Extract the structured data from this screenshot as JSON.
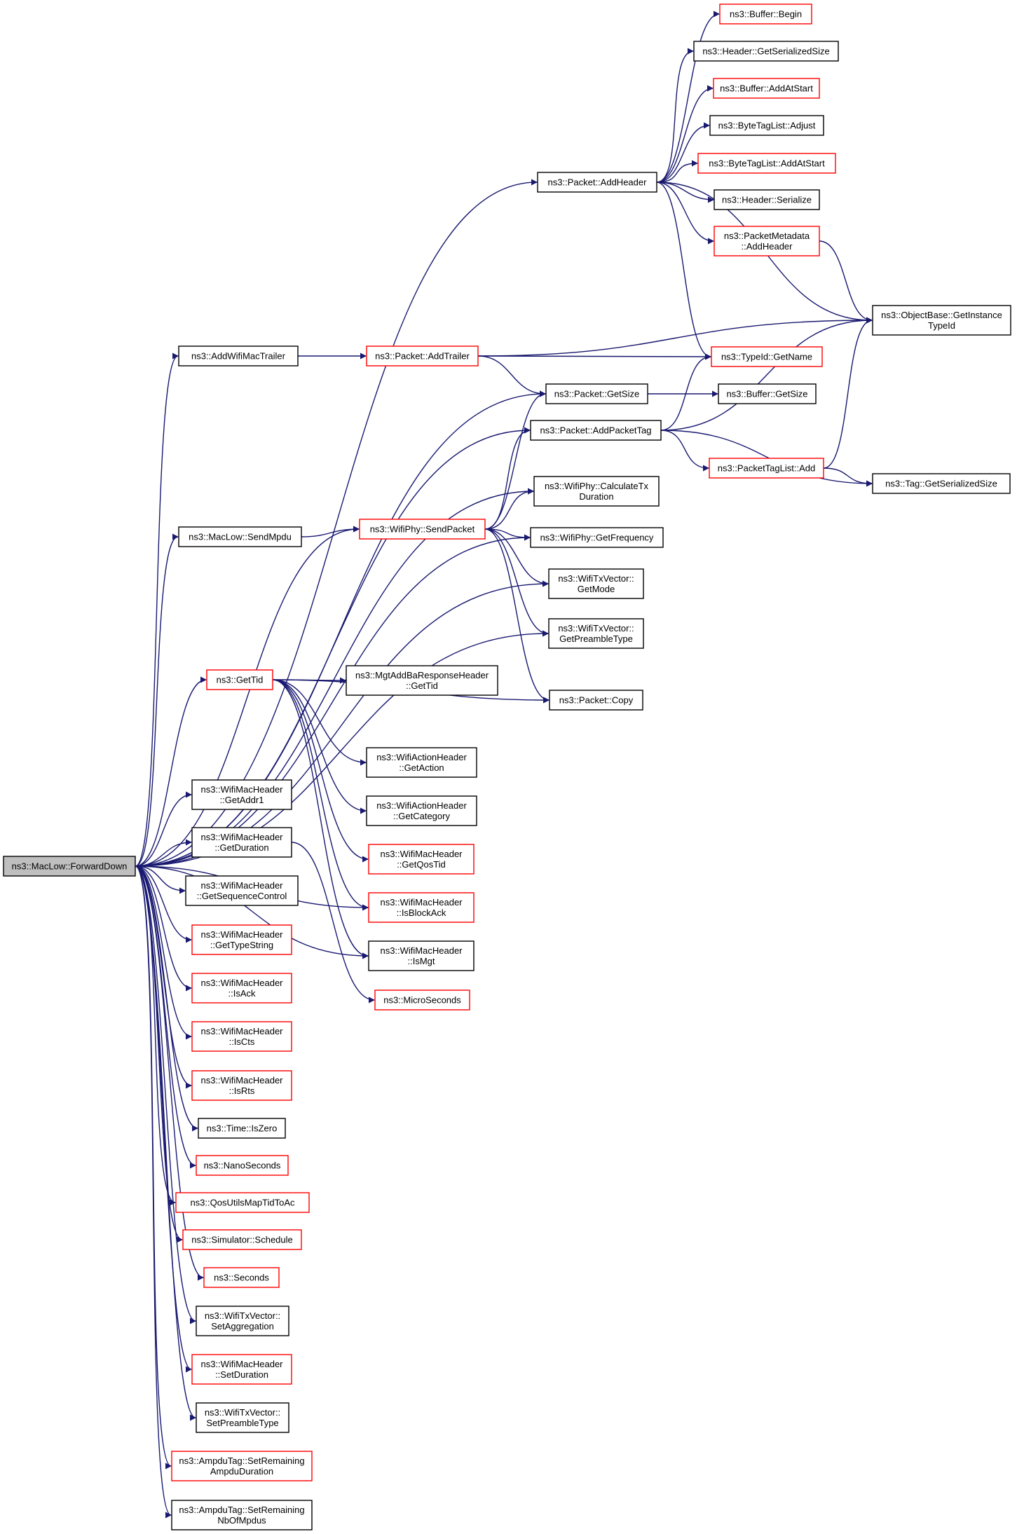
{
  "colors": {
    "edge": "#191970",
    "border_normal": "#000000",
    "border_truncated": "#ff0000",
    "root_fill": "#bfbfbf"
  },
  "nodes": [
    {
      "id": "root",
      "lines": [
        "ns3::MacLow::ForwardDown"
      ],
      "kind": "root"
    },
    {
      "id": "addWifiMacTrailer",
      "lines": [
        "ns3::AddWifiMacTrailer"
      ],
      "kind": "normal"
    },
    {
      "id": "sendMpdu",
      "lines": [
        "ns3::MacLow::SendMpdu"
      ],
      "kind": "normal"
    },
    {
      "id": "getTid",
      "lines": [
        "ns3::GetTid"
      ],
      "kind": "truncated"
    },
    {
      "id": "getAddr1",
      "lines": [
        "ns3::WifiMacHeader",
        "::GetAddr1"
      ],
      "kind": "normal"
    },
    {
      "id": "getDuration",
      "lines": [
        "ns3::WifiMacHeader",
        "::GetDuration"
      ],
      "kind": "normal"
    },
    {
      "id": "getSequenceControl",
      "lines": [
        "ns3::WifiMacHeader",
        "::GetSequenceControl"
      ],
      "kind": "normal"
    },
    {
      "id": "getTypeString",
      "lines": [
        "ns3::WifiMacHeader",
        "::GetTypeString"
      ],
      "kind": "truncated"
    },
    {
      "id": "isAck",
      "lines": [
        "ns3::WifiMacHeader",
        "::IsAck"
      ],
      "kind": "truncated"
    },
    {
      "id": "isCts",
      "lines": [
        "ns3::WifiMacHeader",
        "::IsCts"
      ],
      "kind": "truncated"
    },
    {
      "id": "isRts",
      "lines": [
        "ns3::WifiMacHeader",
        "::IsRts"
      ],
      "kind": "truncated"
    },
    {
      "id": "isZero",
      "lines": [
        "ns3::Time::IsZero"
      ],
      "kind": "normal"
    },
    {
      "id": "nanoSeconds",
      "lines": [
        "ns3::NanoSeconds"
      ],
      "kind": "truncated"
    },
    {
      "id": "qosUtils",
      "lines": [
        "ns3::QosUtilsMapTidToAc"
      ],
      "kind": "truncated"
    },
    {
      "id": "schedule",
      "lines": [
        "ns3::Simulator::Schedule"
      ],
      "kind": "truncated"
    },
    {
      "id": "seconds",
      "lines": [
        "ns3::Seconds"
      ],
      "kind": "truncated"
    },
    {
      "id": "setAggregation",
      "lines": [
        "ns3::WifiTxVector::",
        "SetAggregation"
      ],
      "kind": "normal"
    },
    {
      "id": "setDuration",
      "lines": [
        "ns3::WifiMacHeader",
        "::SetDuration"
      ],
      "kind": "truncated"
    },
    {
      "id": "setPreambleType",
      "lines": [
        "ns3::WifiTxVector::",
        "SetPreambleType"
      ],
      "kind": "normal"
    },
    {
      "id": "setRemainingAmpdu",
      "lines": [
        "ns3::AmpduTag::SetRemaining",
        "AmpduDuration"
      ],
      "kind": "truncated"
    },
    {
      "id": "setRemainingNb",
      "lines": [
        "ns3::AmpduTag::SetRemaining",
        "NbOfMpdus"
      ],
      "kind": "normal"
    },
    {
      "id": "packetAddTrailer",
      "lines": [
        "ns3::Packet::AddTrailer"
      ],
      "kind": "truncated"
    },
    {
      "id": "wifiPhySendPacket",
      "lines": [
        "ns3::WifiPhy::SendPacket"
      ],
      "kind": "truncated"
    },
    {
      "id": "mgtAddBaGetTid",
      "lines": [
        "ns3::MgtAddBaResponseHeader",
        "::GetTid"
      ],
      "kind": "normal"
    },
    {
      "id": "actionGetAction",
      "lines": [
        "ns3::WifiActionHeader",
        "::GetAction"
      ],
      "kind": "normal"
    },
    {
      "id": "actionGetCategory",
      "lines": [
        "ns3::WifiActionHeader",
        "::GetCategory"
      ],
      "kind": "normal"
    },
    {
      "id": "getQosTid",
      "lines": [
        "ns3::WifiMacHeader",
        "::GetQosTid"
      ],
      "kind": "truncated"
    },
    {
      "id": "isBlockAck",
      "lines": [
        "ns3::WifiMacHeader",
        "::IsBlockAck"
      ],
      "kind": "truncated"
    },
    {
      "id": "isMgt",
      "lines": [
        "ns3::WifiMacHeader",
        "::IsMgt"
      ],
      "kind": "normal"
    },
    {
      "id": "microSeconds",
      "lines": [
        "ns3::MicroSeconds"
      ],
      "kind": "truncated"
    },
    {
      "id": "packetAddHeader",
      "lines": [
        "ns3::Packet::AddHeader"
      ],
      "kind": "normal"
    },
    {
      "id": "packetGetSize",
      "lines": [
        "ns3::Packet::GetSize"
      ],
      "kind": "normal"
    },
    {
      "id": "packetAddPacketTag",
      "lines": [
        "ns3::Packet::AddPacketTag"
      ],
      "kind": "normal"
    },
    {
      "id": "calculateTxDuration",
      "lines": [
        "ns3::WifiPhy::CalculateTx",
        "Duration"
      ],
      "kind": "normal"
    },
    {
      "id": "getFrequency",
      "lines": [
        "ns3::WifiPhy::GetFrequency"
      ],
      "kind": "normal"
    },
    {
      "id": "txGetMode",
      "lines": [
        "ns3::WifiTxVector::",
        "GetMode"
      ],
      "kind": "normal"
    },
    {
      "id": "txGetPreambleType",
      "lines": [
        "ns3::WifiTxVector::",
        "GetPreambleType"
      ],
      "kind": "normal"
    },
    {
      "id": "packetCopy",
      "lines": [
        "ns3::Packet::Copy"
      ],
      "kind": "normal"
    },
    {
      "id": "bufferBegin",
      "lines": [
        "ns3::Buffer::Begin"
      ],
      "kind": "truncated"
    },
    {
      "id": "headerGetSerializedSize",
      "lines": [
        "ns3::Header::GetSerializedSize"
      ],
      "kind": "normal"
    },
    {
      "id": "bufferAddAtStart",
      "lines": [
        "ns3::Buffer::AddAtStart"
      ],
      "kind": "truncated"
    },
    {
      "id": "byteTagAdjust",
      "lines": [
        "ns3::ByteTagList::Adjust"
      ],
      "kind": "normal"
    },
    {
      "id": "byteTagAddAtStart",
      "lines": [
        "ns3::ByteTagList::AddAtStart"
      ],
      "kind": "truncated"
    },
    {
      "id": "headerSerialize",
      "lines": [
        "ns3::Header::Serialize"
      ],
      "kind": "normal"
    },
    {
      "id": "packetMetadataAddHeader",
      "lines": [
        "ns3::PacketMetadata",
        "::AddHeader"
      ],
      "kind": "truncated"
    },
    {
      "id": "typeIdGetName",
      "lines": [
        "ns3::TypeId::GetName"
      ],
      "kind": "truncated"
    },
    {
      "id": "bufferGetSize",
      "lines": [
        "ns3::Buffer::GetSize"
      ],
      "kind": "normal"
    },
    {
      "id": "packetTagListAdd",
      "lines": [
        "ns3::PacketTagList::Add"
      ],
      "kind": "truncated"
    },
    {
      "id": "objectBaseGetInstanceTypeId",
      "lines": [
        "ns3::ObjectBase::GetInstance",
        "TypeId"
      ],
      "kind": "normal"
    },
    {
      "id": "tagGetSerializedSize",
      "lines": [
        "ns3::Tag::GetSerializedSize"
      ],
      "kind": "normal"
    }
  ],
  "edges": [
    [
      "root",
      "packetAddHeader"
    ],
    [
      "root",
      "addWifiMacTrailer"
    ],
    [
      "root",
      "packetGetSize"
    ],
    [
      "root",
      "packetAddPacketTag"
    ],
    [
      "root",
      "calculateTxDuration"
    ],
    [
      "root",
      "wifiPhySendPacket"
    ],
    [
      "root",
      "sendMpdu"
    ],
    [
      "root",
      "getFrequency"
    ],
    [
      "root",
      "txGetMode"
    ],
    [
      "root",
      "txGetPreambleType"
    ],
    [
      "root",
      "getTid"
    ],
    [
      "root",
      "isBlockAck"
    ],
    [
      "root",
      "isMgt"
    ],
    [
      "root",
      "getAddr1"
    ],
    [
      "root",
      "getDuration"
    ],
    [
      "root",
      "getSequenceControl"
    ],
    [
      "root",
      "getTypeString"
    ],
    [
      "root",
      "isAck"
    ],
    [
      "root",
      "isCts"
    ],
    [
      "root",
      "isRts"
    ],
    [
      "root",
      "isZero"
    ],
    [
      "root",
      "nanoSeconds"
    ],
    [
      "root",
      "qosUtils"
    ],
    [
      "root",
      "schedule"
    ],
    [
      "root",
      "seconds"
    ],
    [
      "root",
      "setAggregation"
    ],
    [
      "root",
      "setDuration"
    ],
    [
      "root",
      "setPreambleType"
    ],
    [
      "root",
      "setRemainingAmpdu"
    ],
    [
      "root",
      "setRemainingNb"
    ],
    [
      "addWifiMacTrailer",
      "packetAddTrailer"
    ],
    [
      "packetAddTrailer",
      "objectBaseGetInstanceTypeId"
    ],
    [
      "packetAddTrailer",
      "typeIdGetName"
    ],
    [
      "packetAddTrailer",
      "packetGetSize"
    ],
    [
      "sendMpdu",
      "wifiPhySendPacket"
    ],
    [
      "wifiPhySendPacket",
      "packetGetSize"
    ],
    [
      "wifiPhySendPacket",
      "packetAddPacketTag"
    ],
    [
      "wifiPhySendPacket",
      "calculateTxDuration"
    ],
    [
      "wifiPhySendPacket",
      "getFrequency"
    ],
    [
      "wifiPhySendPacket",
      "txGetMode"
    ],
    [
      "wifiPhySendPacket",
      "txGetPreambleType"
    ],
    [
      "wifiPhySendPacket",
      "packetCopy"
    ],
    [
      "getTid",
      "mgtAddBaGetTid"
    ],
    [
      "getTid",
      "packetCopy"
    ],
    [
      "getTid",
      "actionGetAction"
    ],
    [
      "getTid",
      "actionGetCategory"
    ],
    [
      "getTid",
      "getQosTid"
    ],
    [
      "getTid",
      "isBlockAck"
    ],
    [
      "getTid",
      "isMgt"
    ],
    [
      "getDuration",
      "microSeconds"
    ],
    [
      "packetAddHeader",
      "bufferBegin"
    ],
    [
      "packetAddHeader",
      "headerGetSerializedSize"
    ],
    [
      "packetAddHeader",
      "bufferAddAtStart"
    ],
    [
      "packetAddHeader",
      "byteTagAdjust"
    ],
    [
      "packetAddHeader",
      "byteTagAddAtStart"
    ],
    [
      "packetAddHeader",
      "headerSerialize"
    ],
    [
      "packetAddHeader",
      "packetMetadataAddHeader"
    ],
    [
      "packetAddHeader",
      "objectBaseGetInstanceTypeId"
    ],
    [
      "packetAddHeader",
      "typeIdGetName"
    ],
    [
      "packetMetadataAddHeader",
      "objectBaseGetInstanceTypeId"
    ],
    [
      "packetGetSize",
      "bufferGetSize"
    ],
    [
      "packetAddPacketTag",
      "typeIdGetName"
    ],
    [
      "packetAddPacketTag",
      "objectBaseGetInstanceTypeId"
    ],
    [
      "packetAddPacketTag",
      "packetTagListAdd"
    ],
    [
      "packetAddPacketTag",
      "tagGetSerializedSize"
    ],
    [
      "packetTagListAdd",
      "objectBaseGetInstanceTypeId"
    ],
    [
      "packetTagListAdd",
      "tagGetSerializedSize"
    ]
  ]
}
